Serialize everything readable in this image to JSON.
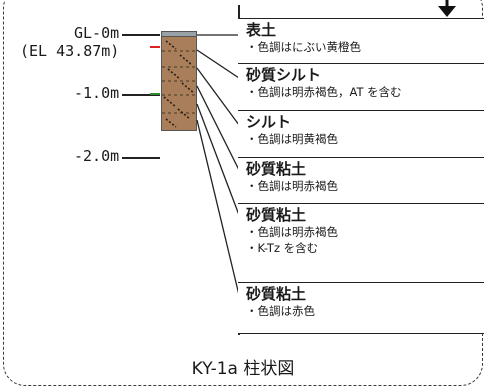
{
  "depth_labels": {
    "gl": "GL-0m",
    "elevation": "(EL 43.87m)",
    "d1": "-1.0m",
    "d2": "-2.0m"
  },
  "layers": [
    {
      "title": "表土",
      "notes": [
        "・色調はにぶい黄橙色"
      ]
    },
    {
      "title": "砂質シルト",
      "notes": [
        "・色調は明赤褐色，AT を含む"
      ]
    },
    {
      "title": "シルト",
      "notes": [
        "・色調は明黄褐色"
      ]
    },
    {
      "title": "砂質粘土",
      "notes": [
        "・色調は明赤褐色"
      ]
    },
    {
      "title": "砂質粘土",
      "notes": [
        "・色調は明赤褐色",
        "・K-Tz を含む"
      ]
    },
    {
      "title": "砂質粘土",
      "notes": [
        "・色調は赤色"
      ]
    }
  ],
  "caption": "KY-1a 柱状図",
  "colors": {
    "soil": "#a87f5a",
    "topsoil": "#9aa2a8",
    "marker_red": "#e02020",
    "marker_green": "#2e8b2e"
  }
}
